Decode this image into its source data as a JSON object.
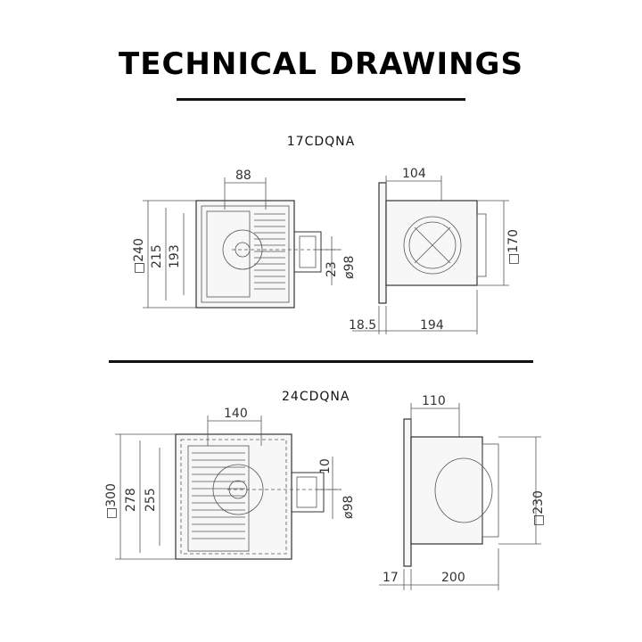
{
  "page": {
    "title": "TECHNICAL DRAWINGS"
  },
  "models": [
    {
      "name": "17CDQNA",
      "front_view": {
        "width_top": "88",
        "outer": "□240",
        "mid": "215",
        "inner": "193",
        "offset": "23",
        "duct": "ø98"
      },
      "side_view": {
        "depth_top": "104",
        "height": "□170",
        "flange": "18.5",
        "depth": "194"
      }
    },
    {
      "name": "24CDQNA",
      "front_view": {
        "width_top": "140",
        "outer": "□300",
        "mid": "278",
        "inner": "255",
        "offset": "10",
        "duct": "ø98"
      },
      "side_view": {
        "depth_top": "110",
        "height": "□230",
        "flange": "17",
        "depth": "200"
      }
    }
  ]
}
